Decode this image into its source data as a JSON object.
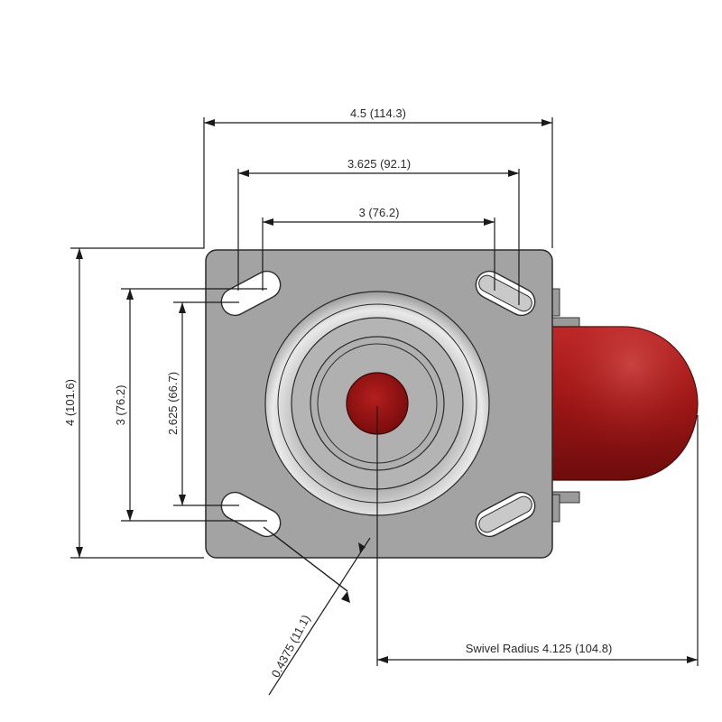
{
  "dimensions": {
    "overall_width": "4.5 (114.3)",
    "bolt_width_outer": "3.625 (92.1)",
    "bolt_width_inner": "3 (76.2)",
    "overall_height": "4 (101.6)",
    "bolt_height_outer": "3 (76.2)",
    "bolt_height_inner": "2.625 (66.7)",
    "slot_width": "0.4375 (11.1)",
    "swivel_radius": "Swivel Radius 4.125 (104.8)"
  },
  "colors": {
    "plate": "#a3a3a3",
    "wheel": "#a01818",
    "kingpin": "#8e1010",
    "line": "#1a1a1a"
  }
}
